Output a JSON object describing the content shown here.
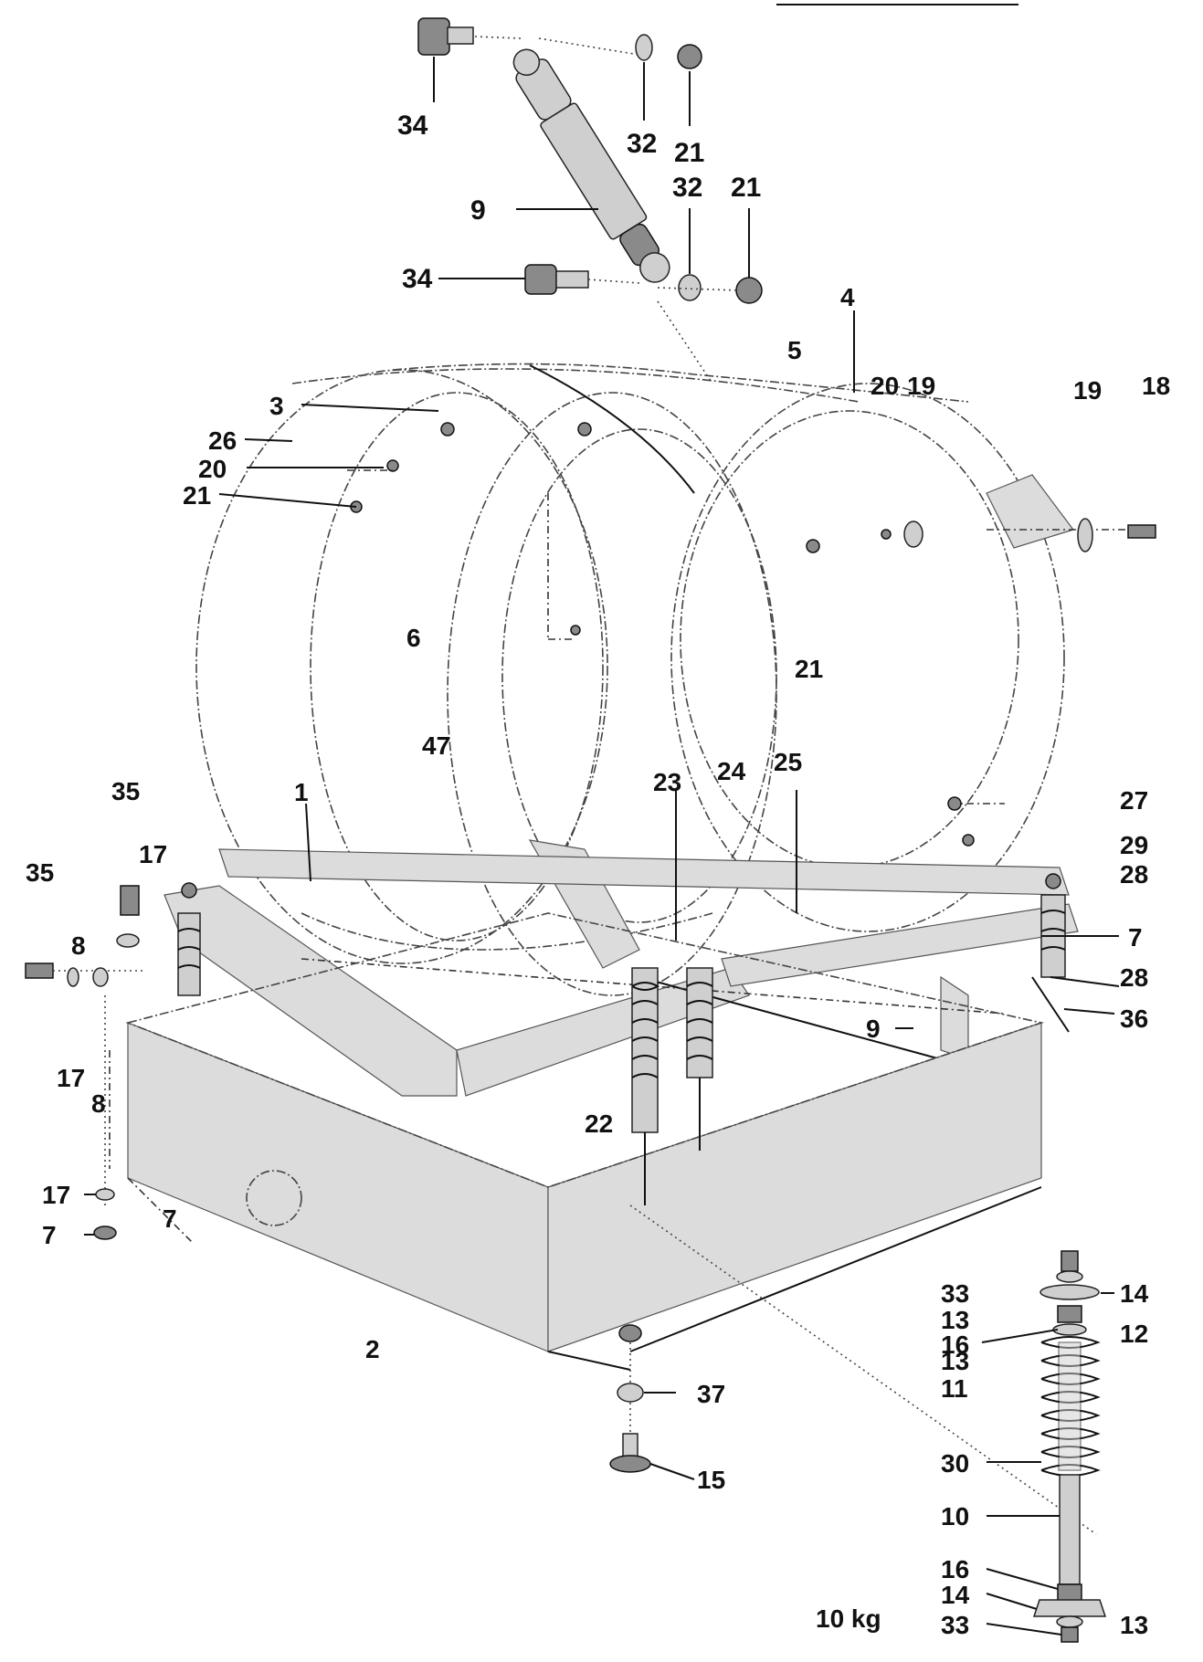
{
  "diagram": {
    "capacity_label": "10 kg",
    "labels": [
      {
        "id": "l34a",
        "text": "34"
      },
      {
        "id": "l32a",
        "text": "32"
      },
      {
        "id": "l21a",
        "text": "21"
      },
      {
        "id": "l9a",
        "text": "9"
      },
      {
        "id": "l32b",
        "text": "32"
      },
      {
        "id": "l21b",
        "text": "21"
      },
      {
        "id": "l34b",
        "text": "34"
      },
      {
        "id": "l4",
        "text": "4"
      },
      {
        "id": "l5",
        "text": "5"
      },
      {
        "id": "l20a",
        "text": "20"
      },
      {
        "id": "l19a",
        "text": "19"
      },
      {
        "id": "l19b",
        "text": "19"
      },
      {
        "id": "l18",
        "text": "18"
      },
      {
        "id": "l3",
        "text": "3"
      },
      {
        "id": "l26",
        "text": "26"
      },
      {
        "id": "l20b",
        "text": "20"
      },
      {
        "id": "l21c",
        "text": "21"
      },
      {
        "id": "l6",
        "text": "6"
      },
      {
        "id": "l21d",
        "text": "21"
      },
      {
        "id": "l47",
        "text": "47"
      },
      {
        "id": "l35a",
        "text": "35"
      },
      {
        "id": "l1",
        "text": "1"
      },
      {
        "id": "l23",
        "text": "23"
      },
      {
        "id": "l24",
        "text": "24"
      },
      {
        "id": "l25",
        "text": "25"
      },
      {
        "id": "l27",
        "text": "27"
      },
      {
        "id": "l29",
        "text": "29"
      },
      {
        "id": "l28a",
        "text": "28"
      },
      {
        "id": "l17a",
        "text": "17"
      },
      {
        "id": "l35b",
        "text": "35"
      },
      {
        "id": "l8a",
        "text": "8"
      },
      {
        "id": "l7a",
        "text": "7"
      },
      {
        "id": "l28b",
        "text": "28"
      },
      {
        "id": "l9b",
        "text": "9"
      },
      {
        "id": "l36",
        "text": "36"
      },
      {
        "id": "l17b",
        "text": "17"
      },
      {
        "id": "l8b",
        "text": "8"
      },
      {
        "id": "l22",
        "text": "22"
      },
      {
        "id": "l17c",
        "text": "17"
      },
      {
        "id": "l7b",
        "text": "7"
      },
      {
        "id": "l7c",
        "text": "7"
      },
      {
        "id": "l33a",
        "text": "33"
      },
      {
        "id": "l13a",
        "text": "13"
      },
      {
        "id": "l14a",
        "text": "14"
      },
      {
        "id": "l16a",
        "text": "16"
      },
      {
        "id": "l12",
        "text": "12"
      },
      {
        "id": "l13b",
        "text": "13"
      },
      {
        "id": "l2",
        "text": "2"
      },
      {
        "id": "l11",
        "text": "11"
      },
      {
        "id": "l37",
        "text": "37"
      },
      {
        "id": "l30",
        "text": "30"
      },
      {
        "id": "l15",
        "text": "15"
      },
      {
        "id": "l10",
        "text": "10"
      },
      {
        "id": "l16b",
        "text": "16"
      },
      {
        "id": "l14b",
        "text": "14"
      },
      {
        "id": "l33b",
        "text": "33"
      },
      {
        "id": "l13c",
        "text": "13"
      }
    ]
  }
}
